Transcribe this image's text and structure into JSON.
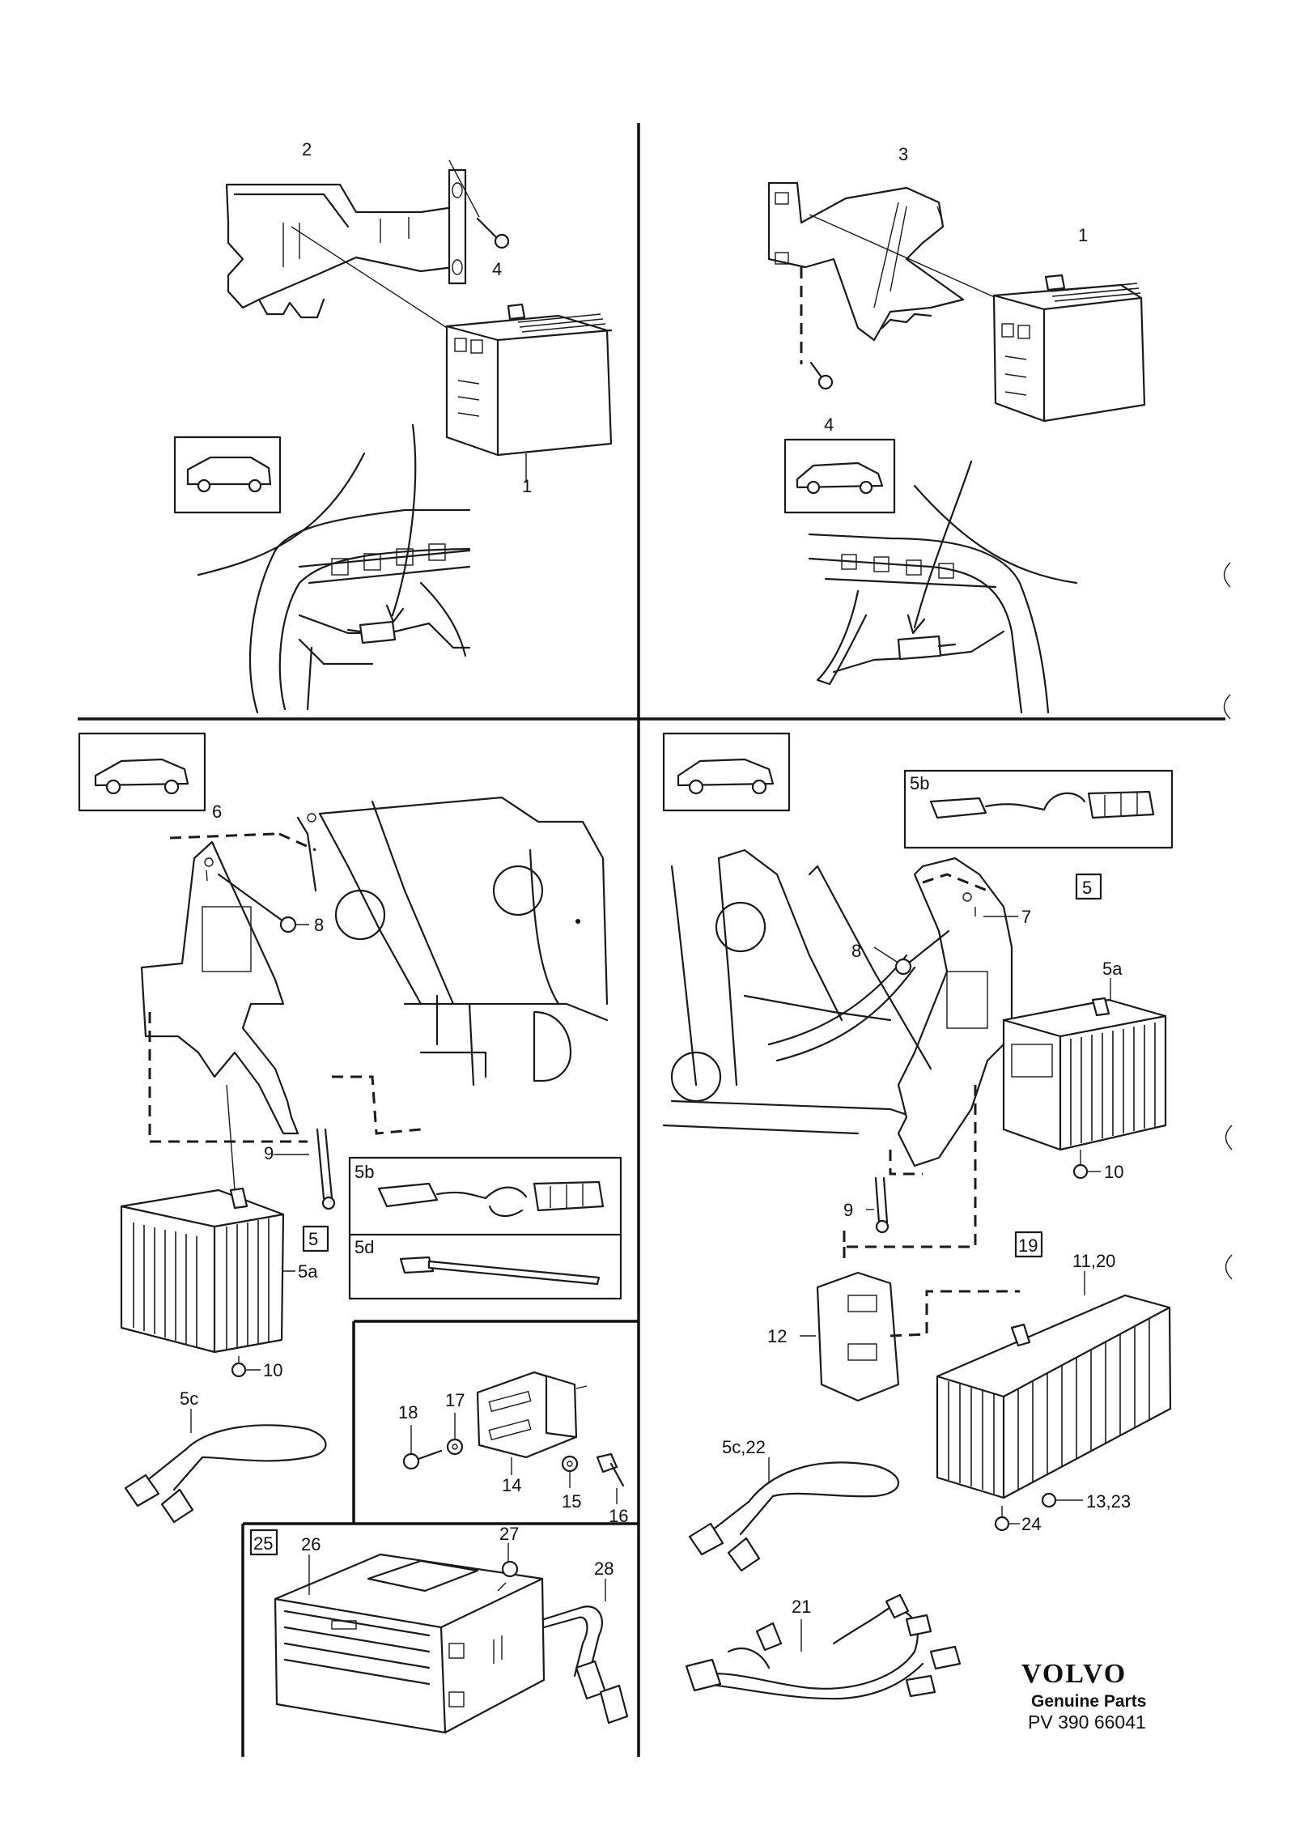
{
  "labels": {
    "p1_bracket": "2",
    "p1_screw": "4",
    "p1_unit": "1",
    "p2_bracket": "3",
    "p2_unit": "1",
    "p2_screw": "4",
    "p3_bracket": "6",
    "p3_bolt": "8",
    "p3_screw": "9",
    "p3_unit": "5a",
    "p3_nut": "10",
    "p3_box": "5",
    "p3_cable_b": "5b",
    "p3_cable_d": "5d",
    "p3_cable_c": "5c",
    "p4_cable_b": "5b",
    "p4_box": "5",
    "p4_bracket": "7",
    "p4_bolt": "8",
    "p4_unit": "5a",
    "p4_nut": "10",
    "p4_screw": "9",
    "p4_box19": "19",
    "p4_unit_big": "11,20",
    "p4_holder": "12",
    "p4_cable_c": "5c,22",
    "p4_screws": "13,23",
    "p4_nut24": "24",
    "p4_harness": "21",
    "p5_screw18": "18",
    "p5_washer17": "17",
    "p5_bracket14": "14",
    "p5_washer15": "15",
    "p5_nut16": "16",
    "p6_box": "25",
    "p6_unit": "26",
    "p6_screw": "27",
    "p6_cable": "28"
  },
  "brand": {
    "logo": "VOLVO",
    "subtitle": "Genuine Parts",
    "part_number": "PV 390 66041"
  }
}
